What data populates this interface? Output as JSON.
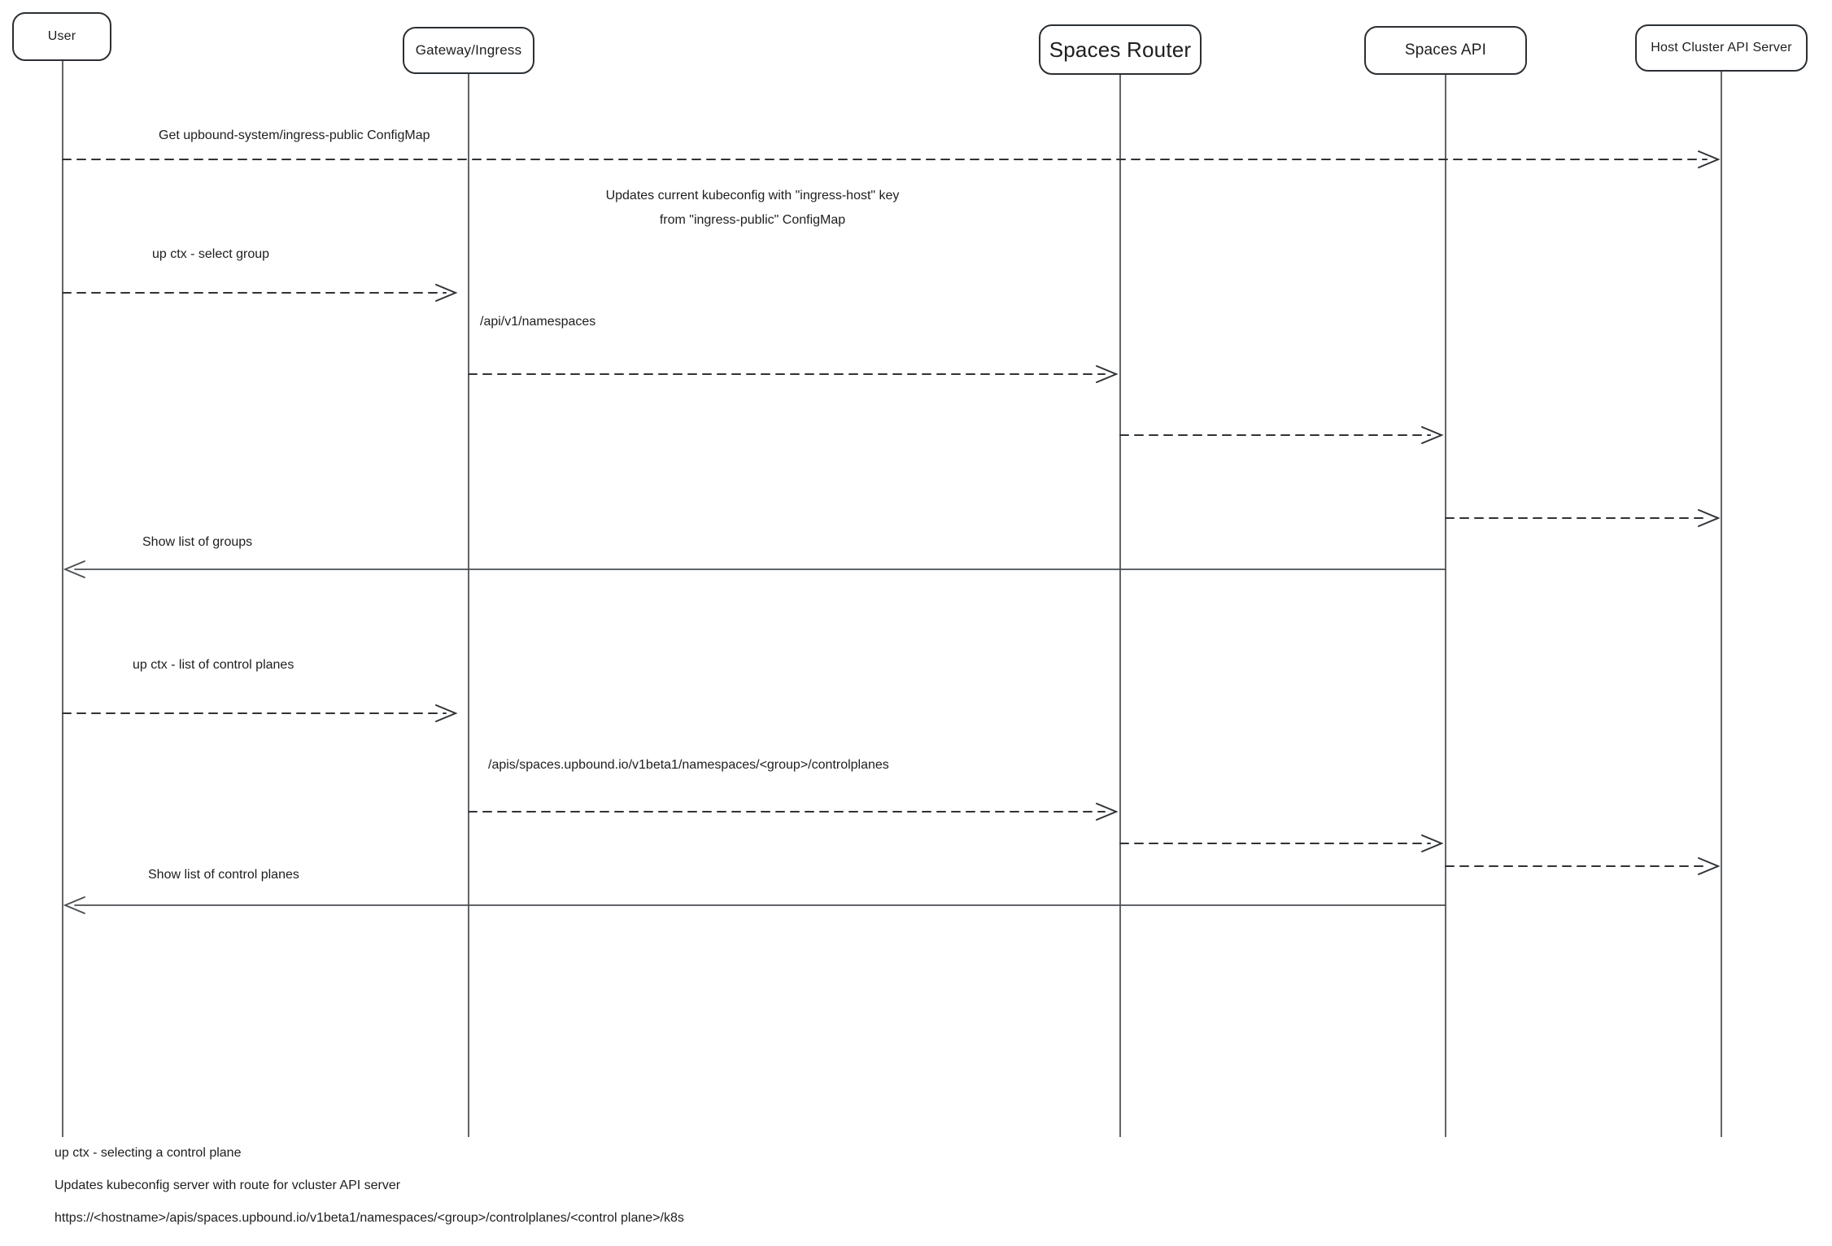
{
  "actors": [
    {
      "label": "User"
    },
    {
      "label": "Gateway/Ingress"
    },
    {
      "label": "Spaces Router"
    },
    {
      "label": "Spaces API"
    },
    {
      "label": "Host Cluster API Server"
    }
  ],
  "messages": {
    "get_configmap": "Get upbound-system/ingress-public ConfigMap",
    "note_line1": "Updates current kubeconfig with \"ingress-host\" key",
    "note_line2": "from \"ingress-public\" ConfigMap",
    "select_group": "up ctx - select group",
    "api_namespaces": "/api/v1/namespaces",
    "show_groups": "Show list of groups",
    "list_control_planes": "up ctx - list of control planes",
    "apis_controlplanes": "/apis/spaces.upbound.io/v1beta1/namespaces/<group>/controlplanes",
    "show_control_planes": "Show list of control planes"
  },
  "footnotes": [
    "up ctx - selecting a control plane",
    "Updates kubeconfig server with route for vcluster API server",
    "https://<hostname>/apis/spaces.upbound.io/v1beta1/namespaces/<group>/controlplanes/<control plane>/k8s"
  ]
}
